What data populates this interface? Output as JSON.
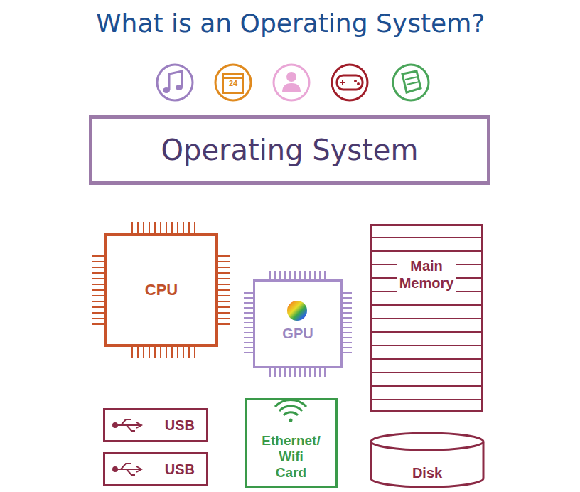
{
  "diagram": {
    "title": "What is an Operating System?",
    "nodes": [
      {
        "text": [
          "Operating System"
        ]
      },
      {
        "text": [
          "CPU"
        ]
      },
      {
        "text": [
          "GPU"
        ]
      },
      {
        "text": [
          "Main Memory"
        ]
      },
      {
        "text": [
          "USB"
        ]
      },
      {
        "text": [
          "USB"
        ]
      },
      {
        "text": [
          "Ethernet/ Wifi Card"
        ]
      },
      {
        "text": [
          "Disk"
        ]
      }
    ],
    "labels": [
      "24"
    ]
  }
}
